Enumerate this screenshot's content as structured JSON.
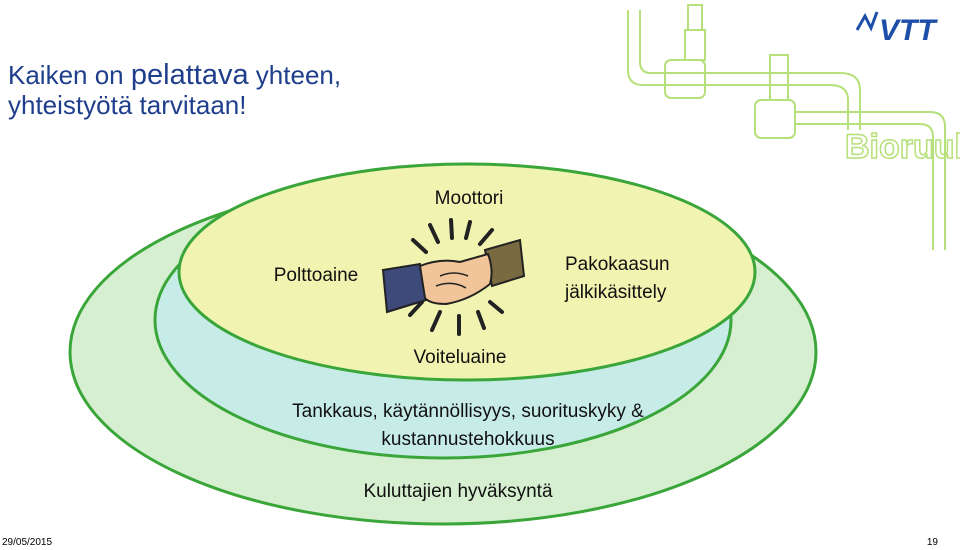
{
  "slide": {
    "title_part1": "Kaiken on ",
    "title_emphasis": "pelattava",
    "title_part2": " yhteen,",
    "title_line2": "yhteistyötä tarvitaan!"
  },
  "diagram": {
    "outer_label": "Kuluttajien hyväksyntä",
    "middle_label_line1": "Tankkaus, käytännöllisyys, suorituskyky &",
    "middle_label_line2": "kustannustehokkuus",
    "inner_top": "Moottori",
    "inner_left": "Polttoaine",
    "inner_right_line1": "Pakokaasun",
    "inner_right_line2": "jälkikäsittely",
    "inner_bottom": "Voiteluaine"
  },
  "logo": {
    "text": "VTT",
    "watermark": "Bioruukki"
  },
  "footer": {
    "date": "29/05/2015",
    "page": "19"
  },
  "colors": {
    "title": "#1f3e8c",
    "outer_fill": "#d6efd0",
    "middle_fill": "#c7ece8",
    "inner_fill": "#f1f3b0",
    "stroke": "#3aa63a",
    "logo": "#1e4fa8"
  }
}
